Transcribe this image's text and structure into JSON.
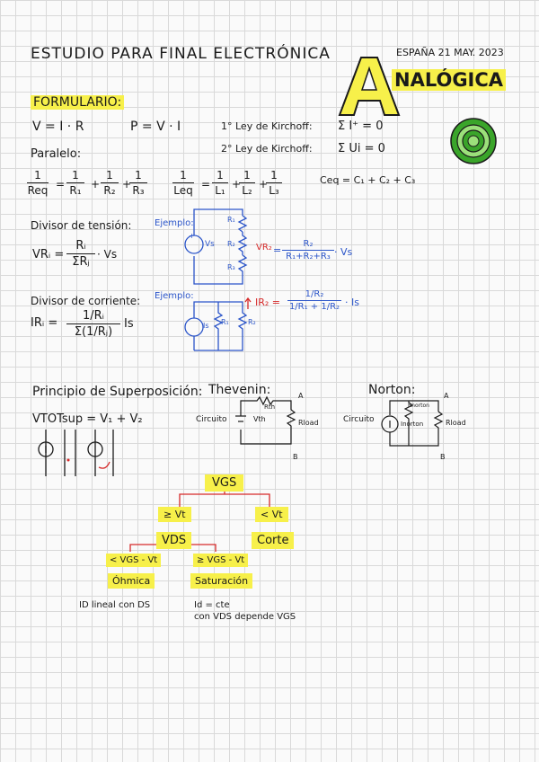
{
  "header": {
    "title": "ESTUDIO PARA FINAL ELECTRÓNICA",
    "date": "ESPAÑA 21 MAY. 2023",
    "big_letter": "A",
    "subject_rest": "NALÓGICA"
  },
  "formulario": {
    "heading": "FORMULARIO:",
    "ohm": "V = I · R",
    "power": "P = V · I",
    "kirchhoff1_label": "1° Ley de Kirchoff:",
    "kirchhoff1_eq": "Σ I⁺ = 0",
    "kirchhoff2_label": "2° Ley de Kirchoff:",
    "kirchhoff2_eq": "Σ Ui = 0",
    "paralelo": "Paralelo:",
    "req_lhs_num": "1",
    "req_lhs_den": "Req",
    "r1_num": "1",
    "r1_den": "R₁",
    "r2_num": "1",
    "r2_den": "R₂",
    "r3_num": "1",
    "r3_den": "R₃",
    "leq_lhs_num": "1",
    "leq_lhs_den": "Leq",
    "l1_num": "1",
    "l1_den": "L₁",
    "l2_num": "1",
    "l2_den": "L₂",
    "l3_num": "1",
    "l3_den": "L₃",
    "ceq": "Ceq = C₁ + C₂ + C₃",
    "plus": "+",
    "equals": "="
  },
  "divisor_tension": {
    "label": "Divisor de tensión:",
    "lhs": "VRᵢ =",
    "num": "Rᵢ",
    "den": "ΣRⱼ",
    "rhs": "· Vs",
    "example_label": "Ejemplo:",
    "r1": "R₁",
    "r2": "R₂",
    "r3": "R₃",
    "vs": "Vs",
    "vr2": "VR₂",
    "ex_num": "R₂",
    "ex_den": "R₁+R₂+R₃",
    "ex_rhs": "· Vs"
  },
  "divisor_corriente": {
    "label": "Divisor de corriente:",
    "lhs": "IRᵢ =",
    "num": "1/Rᵢ",
    "den": "Σ(1/Rⱼ)",
    "rhs": "Is",
    "example_label": "Ejemplo:",
    "ir2": "IR₂ =",
    "ex_num": "1/R₂",
    "ex_den": "1/R₁ + 1/R₂",
    "ex_rhs": "· Is",
    "is": "Is",
    "r1": "R₁",
    "r2": "R₂"
  },
  "superposicion": {
    "heading": "Principio de Superposición:",
    "eq": "VTOTsup = V₁ + V₂"
  },
  "thevenin": {
    "heading": "Thevenin:",
    "circuito": "Circuito",
    "rth": "Rth",
    "vth": "Vth",
    "rload": "Rload",
    "a": "A",
    "b": "B"
  },
  "norton": {
    "heading": "Norton:",
    "circuito": "Circuito",
    "rnorton": "Rnorton",
    "inorton": "Inorton",
    "rload": "Rload",
    "a": "A",
    "b": "B"
  },
  "tree": {
    "root": "VGS",
    "left": "≥ Vt",
    "right": "< Vt",
    "vds": "VDS",
    "corte": "Corte",
    "vds_low": "< VGS - Vt",
    "vds_high": "≥ VGS - Vt",
    "ohmica": "Óhmica",
    "saturacion": "Saturación",
    "ohmica_note": "ID lineal con DS",
    "sat_note_1": "Id = cte",
    "sat_note_2": "con VDS depende VGS"
  },
  "colors": {
    "highlight": "#f7f04a",
    "blue": "#2b55c9",
    "red": "#d62a2a",
    "green": "#3aa52a",
    "bg": "#fafafa"
  }
}
